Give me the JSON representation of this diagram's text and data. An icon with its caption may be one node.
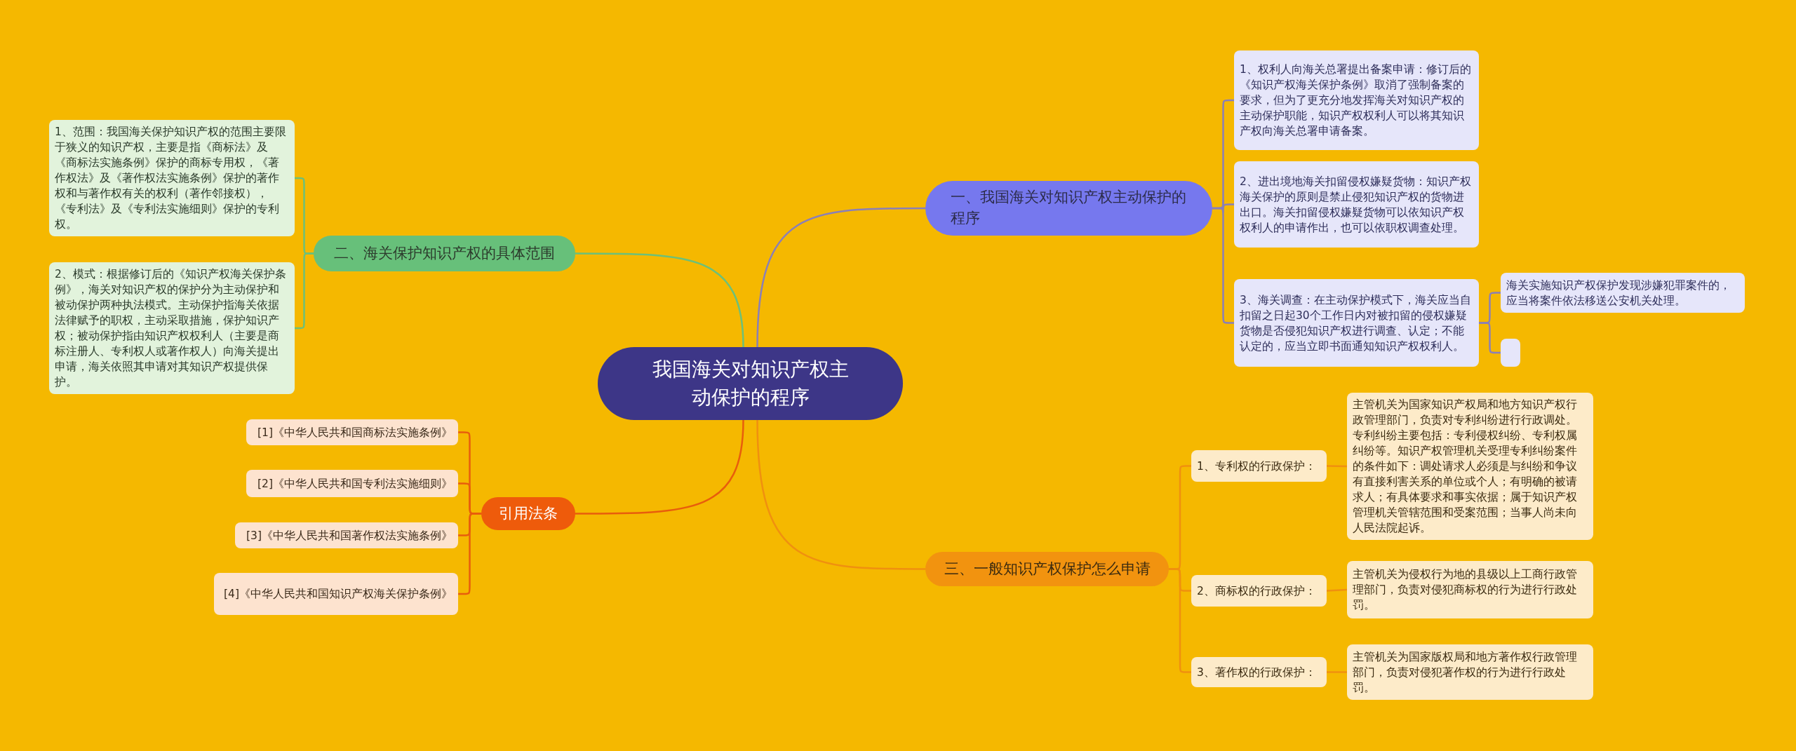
{
  "diagram": {
    "nodes": [
      {
        "text": [
          "我国海关对知识产权主动保护的程序"
        ]
      },
      {
        "text": [
          "一、我国海关对知识产权主动保护的程序"
        ]
      },
      {
        "text": [
          "1、权利人向海关总署提出备案申请：修订后的《知识产权海关保护条例》取消了强制备案的要求，但为了更充分地发挥海关对知识产权的主动保护职能，知识产权权利人可以将其知识产权向海关总署申请备案。"
        ]
      },
      {
        "text": [
          "2、进出境地海关扣留侵权嫌疑货物：知识产权海关保护的原则是禁止侵犯知识产权的货物进出口。海关扣留侵权嫌疑货物可以依知识产权权利人的申请作出，也可以依职权调查处理。"
        ]
      },
      {
        "text": [
          "3、海关调查：在主动保护模式下，海关应当自扣留之日起30个工作日内对被扣留的侵权嫌疑货物是否侵犯知识产权进行调查、认定；不能认定的，应当立即书面通知知识产权权利人。"
        ]
      },
      {
        "text": [
          "海关实施知识产权保护发现涉嫌犯罪案件的，应当将案件依法移送公安机关处理。"
        ]
      },
      {
        "text": [],
        "shape": "box"
      },
      {
        "text": [
          "三、一般知识产权保护怎么申请"
        ]
      },
      {
        "text": [
          "1、专利权的行政保护："
        ]
      },
      {
        "text": [
          "主管机关为国家知识产权局和地方知识产权行政管理部门，负责对专利纠纷进行行政调处。专利纠纷主要包括：专利侵权纠纷、专利权属纠纷等。知识产权管理机关受理专利纠纷案件的条件如下：调处请求人必须是与纠纷和争议有直接利害关系的单位或个人；有明确的被请求人；有具体要求和事实依据；属于知识产权管理机关管辖范围和受案范围；当事人尚未向人民法院起诉。"
        ]
      },
      {
        "text": [
          "2、商标权的行政保护："
        ]
      },
      {
        "text": [
          "主管机关为侵权行为地的县级以上工商行政管理部门，负责对侵犯商标权的行为进行行政处罚。"
        ]
      },
      {
        "text": [
          "3、著作权的行政保护："
        ]
      },
      {
        "text": [
          "主管机关为国家版权局和地方著作权行政管理部门，负责对侵犯著作权的行为进行行政处罚。"
        ]
      },
      {
        "text": [
          "二、海关保护知识产权的具体范围"
        ]
      },
      {
        "text": [
          "1、范围：我国海关保护知识产权的范围主要限于狭义的知识产权，主要是指《商标法》及《商标法实施条例》保护的商标专用权，《著作权法》及《著作权法实施条例》保护的著作权和与著作权有关的权利（著作邻接权），《专利法》及《专利法实施细则》保护的专利权。"
        ]
      },
      {
        "text": [
          "2、模式：根据修订后的《知识产权海关保护条例》，海关对知识产权的保护分为主动保护和被动保护两种执法模式。主动保护指海关依据法律赋予的职权，主动采取措施，保护知识产权；被动保护指由知识产权权利人（主要是商标注册人、专利权人或著作权人）向海关提出申请，海关依照其申请对其知识产权提供保护。"
        ]
      },
      {
        "text": [
          "引用法条"
        ]
      },
      {
        "text": [
          "[1]《中华人民共和国商标法实施条例》"
        ]
      },
      {
        "text": [
          "[2]《中华人民共和国专利法实施细则》"
        ]
      },
      {
        "text": [
          "[3]《中华人民共和国著作权法实施条例》"
        ]
      },
      {
        "text": [
          "[4]《中华人民共和国知识产权海关保护条例》"
        ]
      }
    ],
    "edges": [
      {
        "from": 0,
        "to": 1,
        "arrow": "none",
        "color": "#8a7fb8"
      },
      {
        "from": 1,
        "to": 2,
        "arrow": "none",
        "color": "#8a7fb8"
      },
      {
        "from": 1,
        "to": 3,
        "arrow": "none",
        "color": "#8a7fb8"
      },
      {
        "from": 1,
        "to": 4,
        "arrow": "none",
        "color": "#8a7fb8"
      },
      {
        "from": 4,
        "to": 5,
        "arrow": "none",
        "color": "#8a7fb8"
      },
      {
        "from": 4,
        "to": 6,
        "arrow": "none",
        "color": "#8a7fb8"
      },
      {
        "from": 0,
        "to": 7,
        "arrow": "none"
      },
      {
        "from": 7,
        "to": 8,
        "arrow": "none"
      },
      {
        "from": 8,
        "to": 9,
        "arrow": "none"
      },
      {
        "from": 7,
        "to": 10,
        "arrow": "none"
      },
      {
        "from": 10,
        "to": 11,
        "arrow": "none"
      },
      {
        "from": 7,
        "to": 12,
        "arrow": "none"
      },
      {
        "from": 12,
        "to": 13,
        "arrow": "none"
      },
      {
        "from": 0,
        "to": 14,
        "arrow": "none",
        "color": "#6cc07a"
      },
      {
        "from": 14,
        "to": 15,
        "arrow": "none",
        "color": "#6cc07a"
      },
      {
        "from": 14,
        "to": 16,
        "arrow": "none",
        "color": "#6cc07a"
      },
      {
        "from": 0,
        "to": 17,
        "arrow": "none",
        "color": "#e85d0c"
      },
      {
        "from": 17,
        "to": 18,
        "arrow": "none",
        "color": "#e85d0c"
      },
      {
        "from": 17,
        "to": 19,
        "arrow": "none",
        "color": "#e85d0c"
      },
      {
        "from": 17,
        "to": 20,
        "arrow": "none",
        "color": "#e85d0c"
      },
      {
        "from": 17,
        "to": 21,
        "arrow": "none",
        "color": "#e85d0c"
      }
    ]
  }
}
